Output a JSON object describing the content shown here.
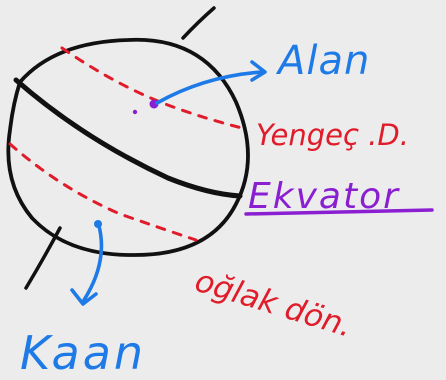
{
  "colors": {
    "paper": "#ececec",
    "ink": "#111111",
    "red": "#e01b2a",
    "blue": "#1e7ae6",
    "purple": "#8a1fd1"
  },
  "labels": {
    "alan": "Alan",
    "yengec": "Yengeç .D.",
    "ekvator": "Ekvator",
    "oglak": "oğlak dön.",
    "kaan": "Kaan"
  }
}
